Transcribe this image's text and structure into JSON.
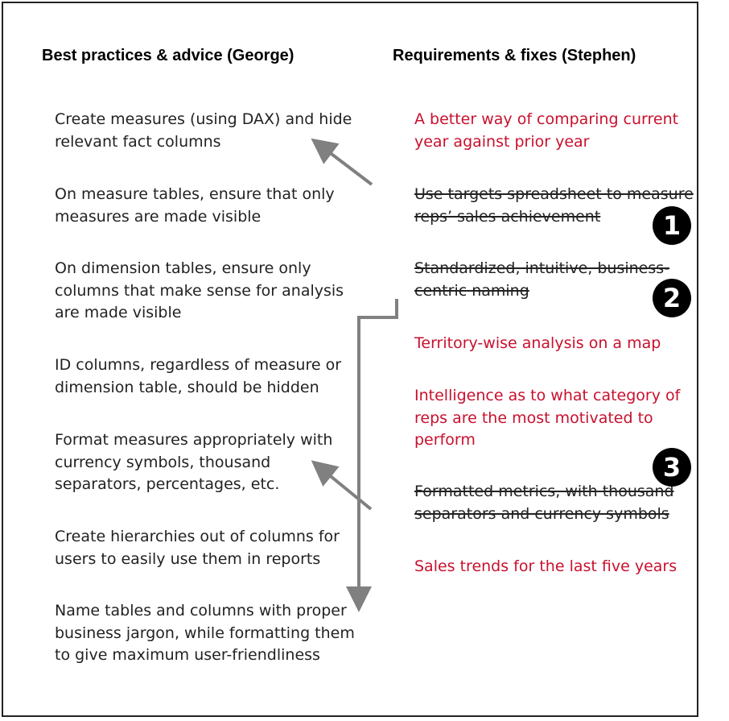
{
  "left_column": {
    "heading": "Best practices & advice (George)",
    "bullet_glyph": "",
    "items": [
      {
        "lines": [
          "Create measures (using DAX) and hide",
          "relevant fact columns"
        ]
      },
      {
        "lines": [
          "On measure tables, ensure that only",
          "measures are made visible"
        ]
      },
      {
        "lines": [
          "On dimension tables, ensure only",
          "columns that make sense for analysis",
          "are made visible"
        ]
      },
      {
        "lines": [
          "ID columns, regardless of measure or",
          "dimension table, should be hidden"
        ]
      },
      {
        "lines": [
          "Format measures appropriately with",
          "currency symbols, thousand",
          "separators, percentages, etc."
        ]
      },
      {
        "lines": [
          "Create hierarchies out of columns for",
          "users to easily use them in reports"
        ]
      },
      {
        "lines": [
          "Name tables and columns with proper",
          "business jargon, while formatting them",
          "to give maximum user-friendliness"
        ]
      }
    ]
  },
  "right_column": {
    "heading": "Requirements & fixes (Stephen)",
    "bullet_glyph": "",
    "items": [
      {
        "lines": [
          "A better way of comparing current",
          "year against prior year"
        ],
        "status": "open"
      },
      {
        "lines": [
          "Use targets spreadsheet to measure",
          "reps’ sales achievement"
        ],
        "status": "done"
      },
      {
        "lines": [
          "Standardized, intuitive, business-",
          "centric naming"
        ],
        "status": "done"
      },
      {
        "lines": [
          "Territory-wise analysis on a map"
        ],
        "status": "open"
      },
      {
        "lines": [
          "Intelligence as to what category of",
          "reps are the most motivated to",
          "perform"
        ],
        "status": "open"
      },
      {
        "lines": [
          "Formatted metrics, with thousand",
          "separators and currency symbols"
        ],
        "status": "done"
      },
      {
        "lines": [
          "Sales trends for the last five years"
        ],
        "status": "open"
      }
    ]
  },
  "badges": [
    {
      "label": "1",
      "glyph": "❶"
    },
    {
      "label": "2",
      "glyph": "❷"
    },
    {
      "label": "3",
      "glyph": "❸"
    }
  ],
  "colors": {
    "open_requirement": "#c8102e",
    "done_requirement": "#222222",
    "arrow": "#808080",
    "badge": "#000000"
  }
}
